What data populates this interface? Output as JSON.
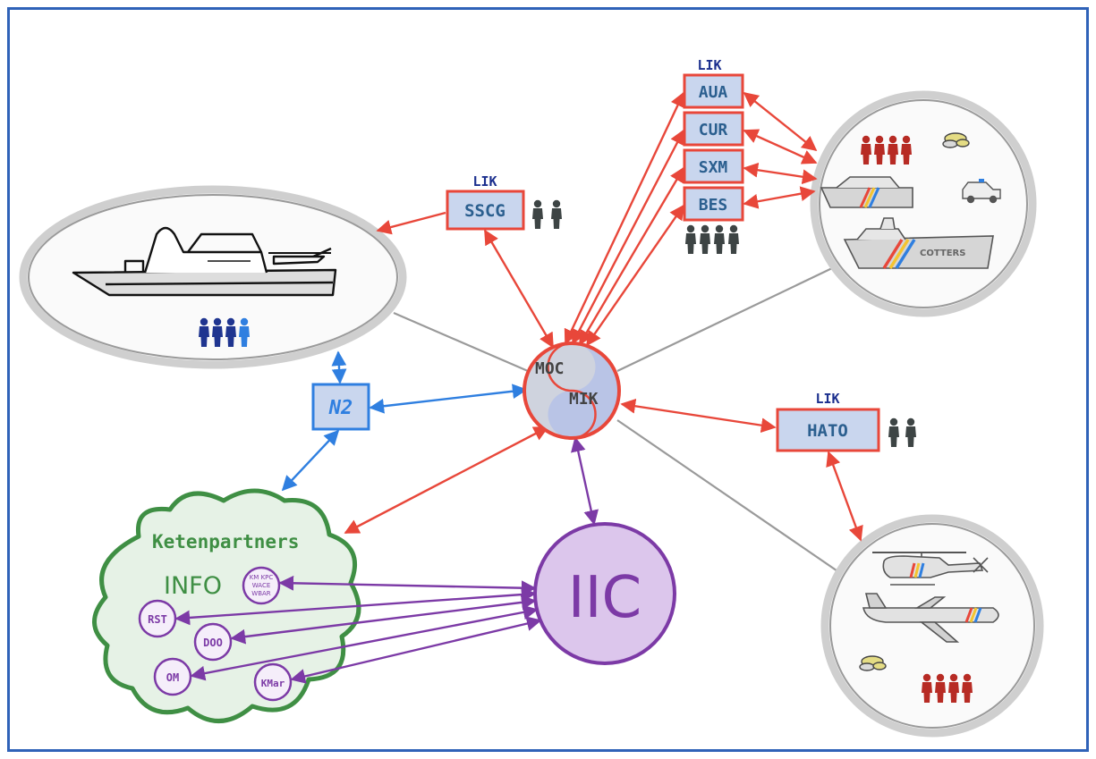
{
  "colors": {
    "red": "#e8473a",
    "blue": "#2f7fe0",
    "purple": "#7c3aa6",
    "grey": "#999999",
    "frame": "#2f62b8",
    "box_fill": "#c9d6ee",
    "lik_text": "#1b2f8e",
    "green": "#3f8f44",
    "person_dark": "#3d4444",
    "person_red": "#b72b24",
    "person_blue": "#1f3590"
  },
  "lik_labels": {
    "sscg": "LIK",
    "islands": "LIK",
    "hato": "LIK"
  },
  "boxes": {
    "sscg": "SSCG",
    "aua": "AUA",
    "cur": "CUR",
    "sxm": "SXM",
    "bes": "BES",
    "hato": "HATO",
    "n2": "N2"
  },
  "hub": {
    "moc": "MOC",
    "mik": "MIK"
  },
  "iic": {
    "label": "IIC"
  },
  "cloud": {
    "title": "Ketenpartners",
    "info": "INFO",
    "partners": {
      "km": "KM KPC\nWACE\nWBAR",
      "rst": "RST",
      "doo": "DOO",
      "om": "OM",
      "kmar": "KMar"
    }
  },
  "cutter_label": "COTTERS",
  "icons": {
    "ship": "naval-ship-icon",
    "cutter": "coastguard-cutter-icon",
    "helicopter": "helicopter-icon",
    "plane": "patrol-plane-icon",
    "car": "patrol-car-icon",
    "cargo": "drug-package-icon",
    "person": "person-icon"
  }
}
